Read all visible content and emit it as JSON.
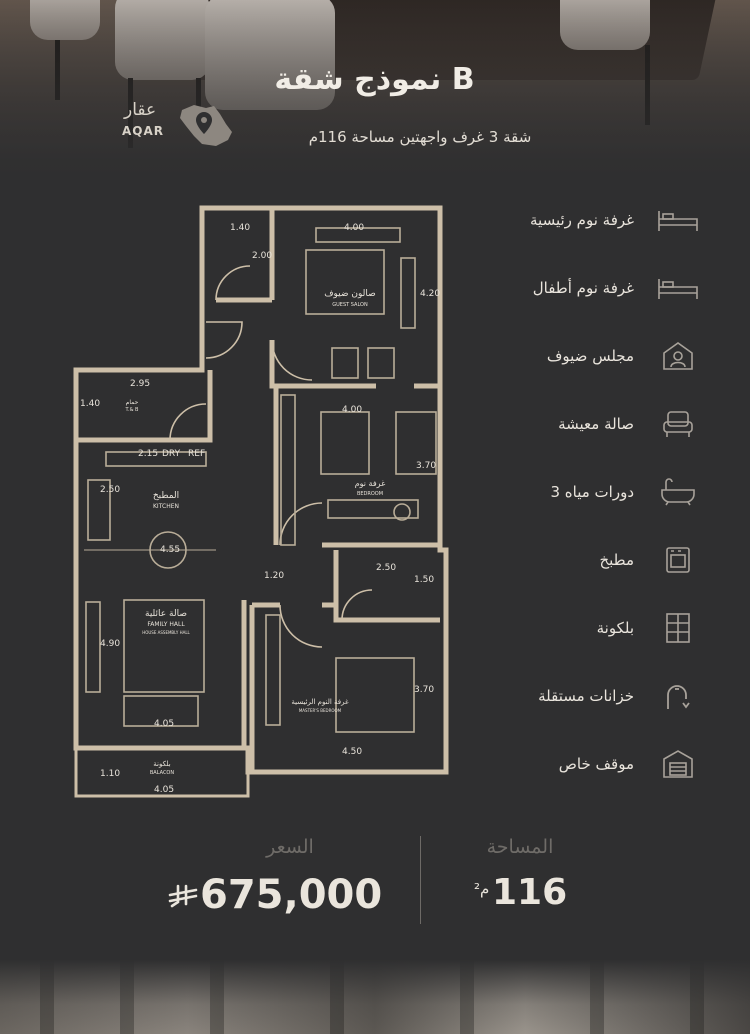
{
  "header": {
    "title": "نموذج شقة B",
    "subtitle": "شقة 3 غرف واجهتين مساحة 116م",
    "logo_ar": "عقار",
    "logo_en": "AQAR"
  },
  "floor_plan": {
    "rooms": [
      {
        "name_ar": "صالون ضيوف",
        "name_en": "GUEST SALON"
      },
      {
        "name_ar": "غرفة نوم",
        "name_en": "BEDROOM"
      },
      {
        "name_ar": "غرفة النوم الرئيسية",
        "name_en": "MASTER'S BEDROOM"
      },
      {
        "name_ar": "المطبخ",
        "name_en": "KITCHEN"
      },
      {
        "name_ar": "صالة عائلية",
        "name_en": "FAMILY HALL"
      },
      {
        "name_ar": "بلكونة",
        "name_en": "BALACON"
      },
      {
        "name_ar": "حمام",
        "name_en": "T.& B"
      }
    ],
    "labels": {
      "dry": "DRY",
      "ref": "REF",
      "family_sub": "HOUSE ASSEMBLY HALL"
    },
    "dimensions": {
      "d_1_40_top": "1.40",
      "d_2_00": "2.00",
      "d_4_00_salon": "4.00",
      "d_4_20": "4.20",
      "d_2_95": "2.95",
      "d_1_40_bath": "1.40",
      "d_4_00_bed": "4.00",
      "d_3_70_bed": "3.70",
      "d_2_15": "2.15",
      "d_2_50_kitchen": "2.50",
      "d_4_55": "4.55",
      "d_2_50_bath": "2.50",
      "d_1_50": "1.50",
      "d_1_20": "1.20",
      "d_4_90": "4.90",
      "d_3_70_master": "3.70",
      "d_4_05_hall": "4.05",
      "d_4_50": "4.50",
      "d_1_10": "1.10",
      "d_4_05_balcony": "4.05"
    }
  },
  "features": [
    {
      "label": "غرفة نوم رئيسية",
      "icon": "bed-icon"
    },
    {
      "label": "غرفة نوم أطفال",
      "icon": "bed-icon"
    },
    {
      "label": "مجلس ضيوف",
      "icon": "guest-icon"
    },
    {
      "label": "صالة معيشة",
      "icon": "sofa-icon"
    },
    {
      "label": "3 دورات مياه",
      "icon": "bathtub-icon"
    },
    {
      "label": "مطبخ",
      "icon": "kitchen-icon"
    },
    {
      "label": "بلكونة",
      "icon": "window-icon"
    },
    {
      "label": "خزانات مستقلة",
      "icon": "faucet-icon"
    },
    {
      "label": "موقف خاص",
      "icon": "garage-icon"
    }
  ],
  "pricing": {
    "price_label": "السعر",
    "price_value": "675,000",
    "area_label": "المساحة",
    "area_value": "116",
    "area_unit": "م²"
  },
  "colors": {
    "background": "#2f2f30",
    "wall": "#cdbfa8",
    "text": "#e8e3da",
    "muted": "#6f6c68"
  }
}
